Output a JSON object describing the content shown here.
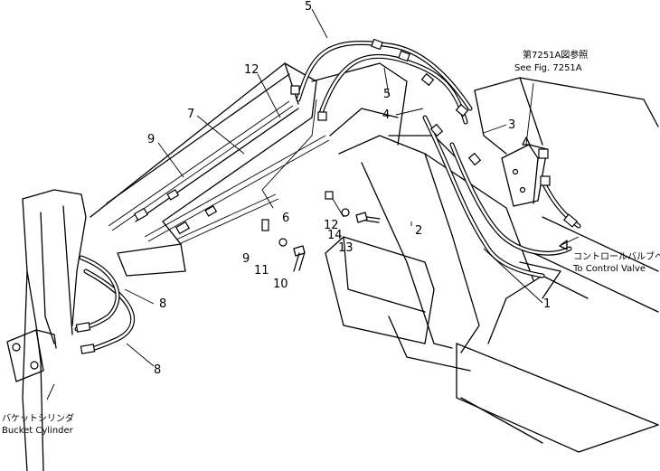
{
  "callouts": {
    "c1": "1",
    "c2": "2",
    "c3": "3",
    "c4": "4",
    "c5a": "5",
    "c5b": "5",
    "c6": "6",
    "c7": "7",
    "c8a": "8",
    "c8b": "8",
    "c9a": "9",
    "c9b": "9",
    "c10": "10",
    "c11": "11",
    "c12a": "12",
    "c12b": "12",
    "c13": "13",
    "c14": "14"
  },
  "notes": {
    "see_fig_jp": "第7251A図参照",
    "see_fig_en": "See Fig. 7251A",
    "control_valve_jp": "コントロールバルブへ",
    "control_valve_en": "To Control Valve",
    "bucket_cyl_jp": "バケットシリンダ",
    "bucket_cyl_en": "Bucket Cylinder"
  }
}
